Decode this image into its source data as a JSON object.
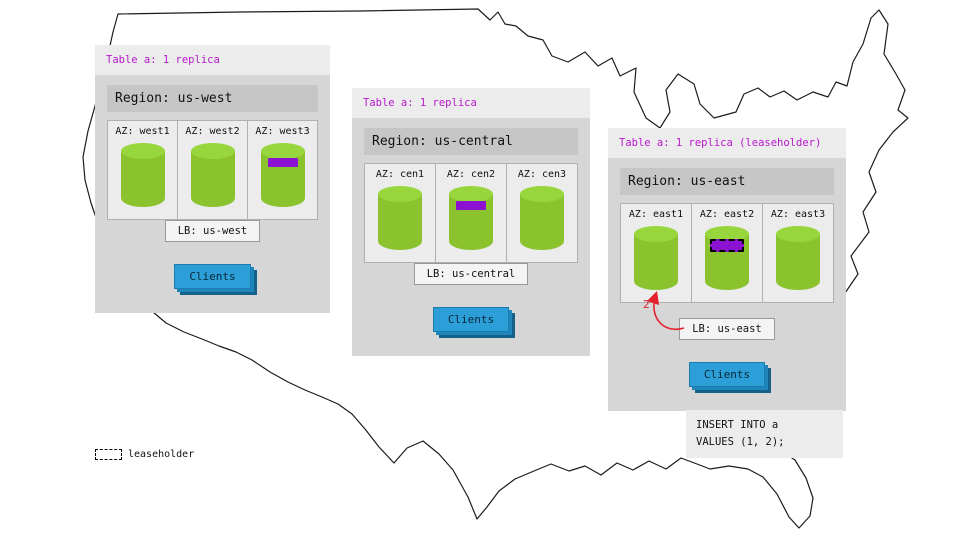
{
  "colors": {
    "magenta": "#b818ce",
    "green": "#8bc32f",
    "green-top": "#98d63e",
    "purple": "#8a12d0",
    "blue": "#2d9fd8",
    "red": "#e3222c"
  },
  "legend": {
    "label": "leaseholder"
  },
  "insert_statement": {
    "line1": "INSERT INTO a",
    "line2": "VALUES (1, 2);"
  },
  "regions": [
    {
      "id": "us-west",
      "table_label": "Table a: 1 replica",
      "region_label": "Region: us-west",
      "lb_label": "LB: us-west",
      "clients_label": "Clients",
      "azs": [
        {
          "label": "AZ: west1",
          "replica": false,
          "leaseholder": false
        },
        {
          "label": "AZ: west2",
          "replica": false,
          "leaseholder": false
        },
        {
          "label": "AZ: west3",
          "replica": true,
          "leaseholder": false
        }
      ]
    },
    {
      "id": "us-central",
      "table_label": "Table a: 1 replica",
      "region_label": "Region: us-central",
      "lb_label": "LB: us-central",
      "clients_label": "Clients",
      "azs": [
        {
          "label": "AZ: cen1",
          "replica": false,
          "leaseholder": false
        },
        {
          "label": "AZ: cen2",
          "replica": true,
          "leaseholder": false
        },
        {
          "label": "AZ: cen3",
          "replica": false,
          "leaseholder": false
        }
      ]
    },
    {
      "id": "us-east",
      "table_label": "Table a: 1 replica (leaseholder)",
      "region_label": "Region: us-east",
      "lb_label": "LB: us-east",
      "clients_label": "Clients",
      "annotation_label": "2",
      "azs": [
        {
          "label": "AZ: east1",
          "replica": false,
          "leaseholder": false
        },
        {
          "label": "AZ: east2",
          "replica": true,
          "leaseholder": true
        },
        {
          "label": "AZ: east3",
          "replica": false,
          "leaseholder": false
        }
      ]
    }
  ]
}
